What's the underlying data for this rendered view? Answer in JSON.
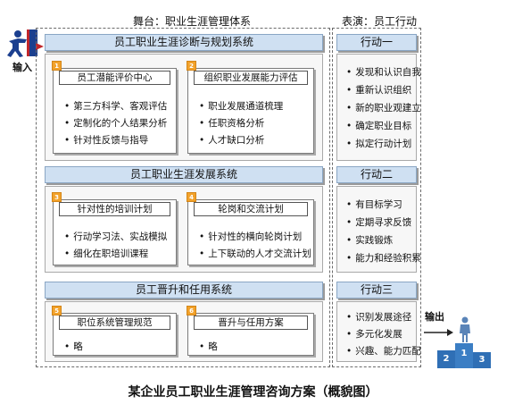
{
  "headers": {
    "stage": "舞台：职业生涯管理体系",
    "performance": "表演：员工行动"
  },
  "labels": {
    "input": "输入",
    "output": "输出"
  },
  "podium": {
    "first": "1",
    "second": "2",
    "third": "3"
  },
  "systems": [
    {
      "title": "员工职业生涯诊断与规划系统",
      "cards": [
        {
          "num": "1",
          "title": "员工潜能评价中心",
          "items": [
            "第三方科学、客观评估",
            "定制化的个人结果分析",
            "针对性反馈与指导"
          ]
        },
        {
          "num": "2",
          "title": "组织职业发展能力评估",
          "items": [
            "职业发展通道梳理",
            "任职资格分析",
            "人才缺口分析"
          ]
        }
      ]
    },
    {
      "title": "员工职业生涯发展系统",
      "cards": [
        {
          "num": "3",
          "title": "针对性的培训计划",
          "items": [
            "行动学习法、实战模拟",
            "细化在职培训课程"
          ]
        },
        {
          "num": "4",
          "title": "轮岗和交流计划",
          "items": [
            "针对性的横向轮岗计划",
            "上下联动的人才交流计划"
          ]
        }
      ]
    },
    {
      "title": "员工晋升和任用系统",
      "cards": [
        {
          "num": "5",
          "title": "职位系统管理规范",
          "items": [
            "略"
          ]
        },
        {
          "num": "6",
          "title": "晋升与任用方案",
          "items": [
            "略"
          ]
        }
      ]
    }
  ],
  "actions": [
    {
      "title": "行动一",
      "items": [
        "发现和认识自我",
        "重新认识组织",
        "新的职业观建立",
        "确定职业目标",
        "拟定行动计划"
      ]
    },
    {
      "title": "行动二",
      "items": [
        "有目标学习",
        "定期寻求反馈",
        "实践锻炼",
        "能力和经验积累"
      ]
    },
    {
      "title": "行动三",
      "items": [
        "识别发展途径",
        "多元化发展",
        "兴趣、能力匹配"
      ]
    }
  ],
  "caption": "某企业员工职业生涯管理咨询方案（概貌图）",
  "colors": {
    "bar_fill": "#cfe0f2",
    "badge": "#f2a22b",
    "podium": "#2f6fb5",
    "figure": "#5a84b8"
  }
}
